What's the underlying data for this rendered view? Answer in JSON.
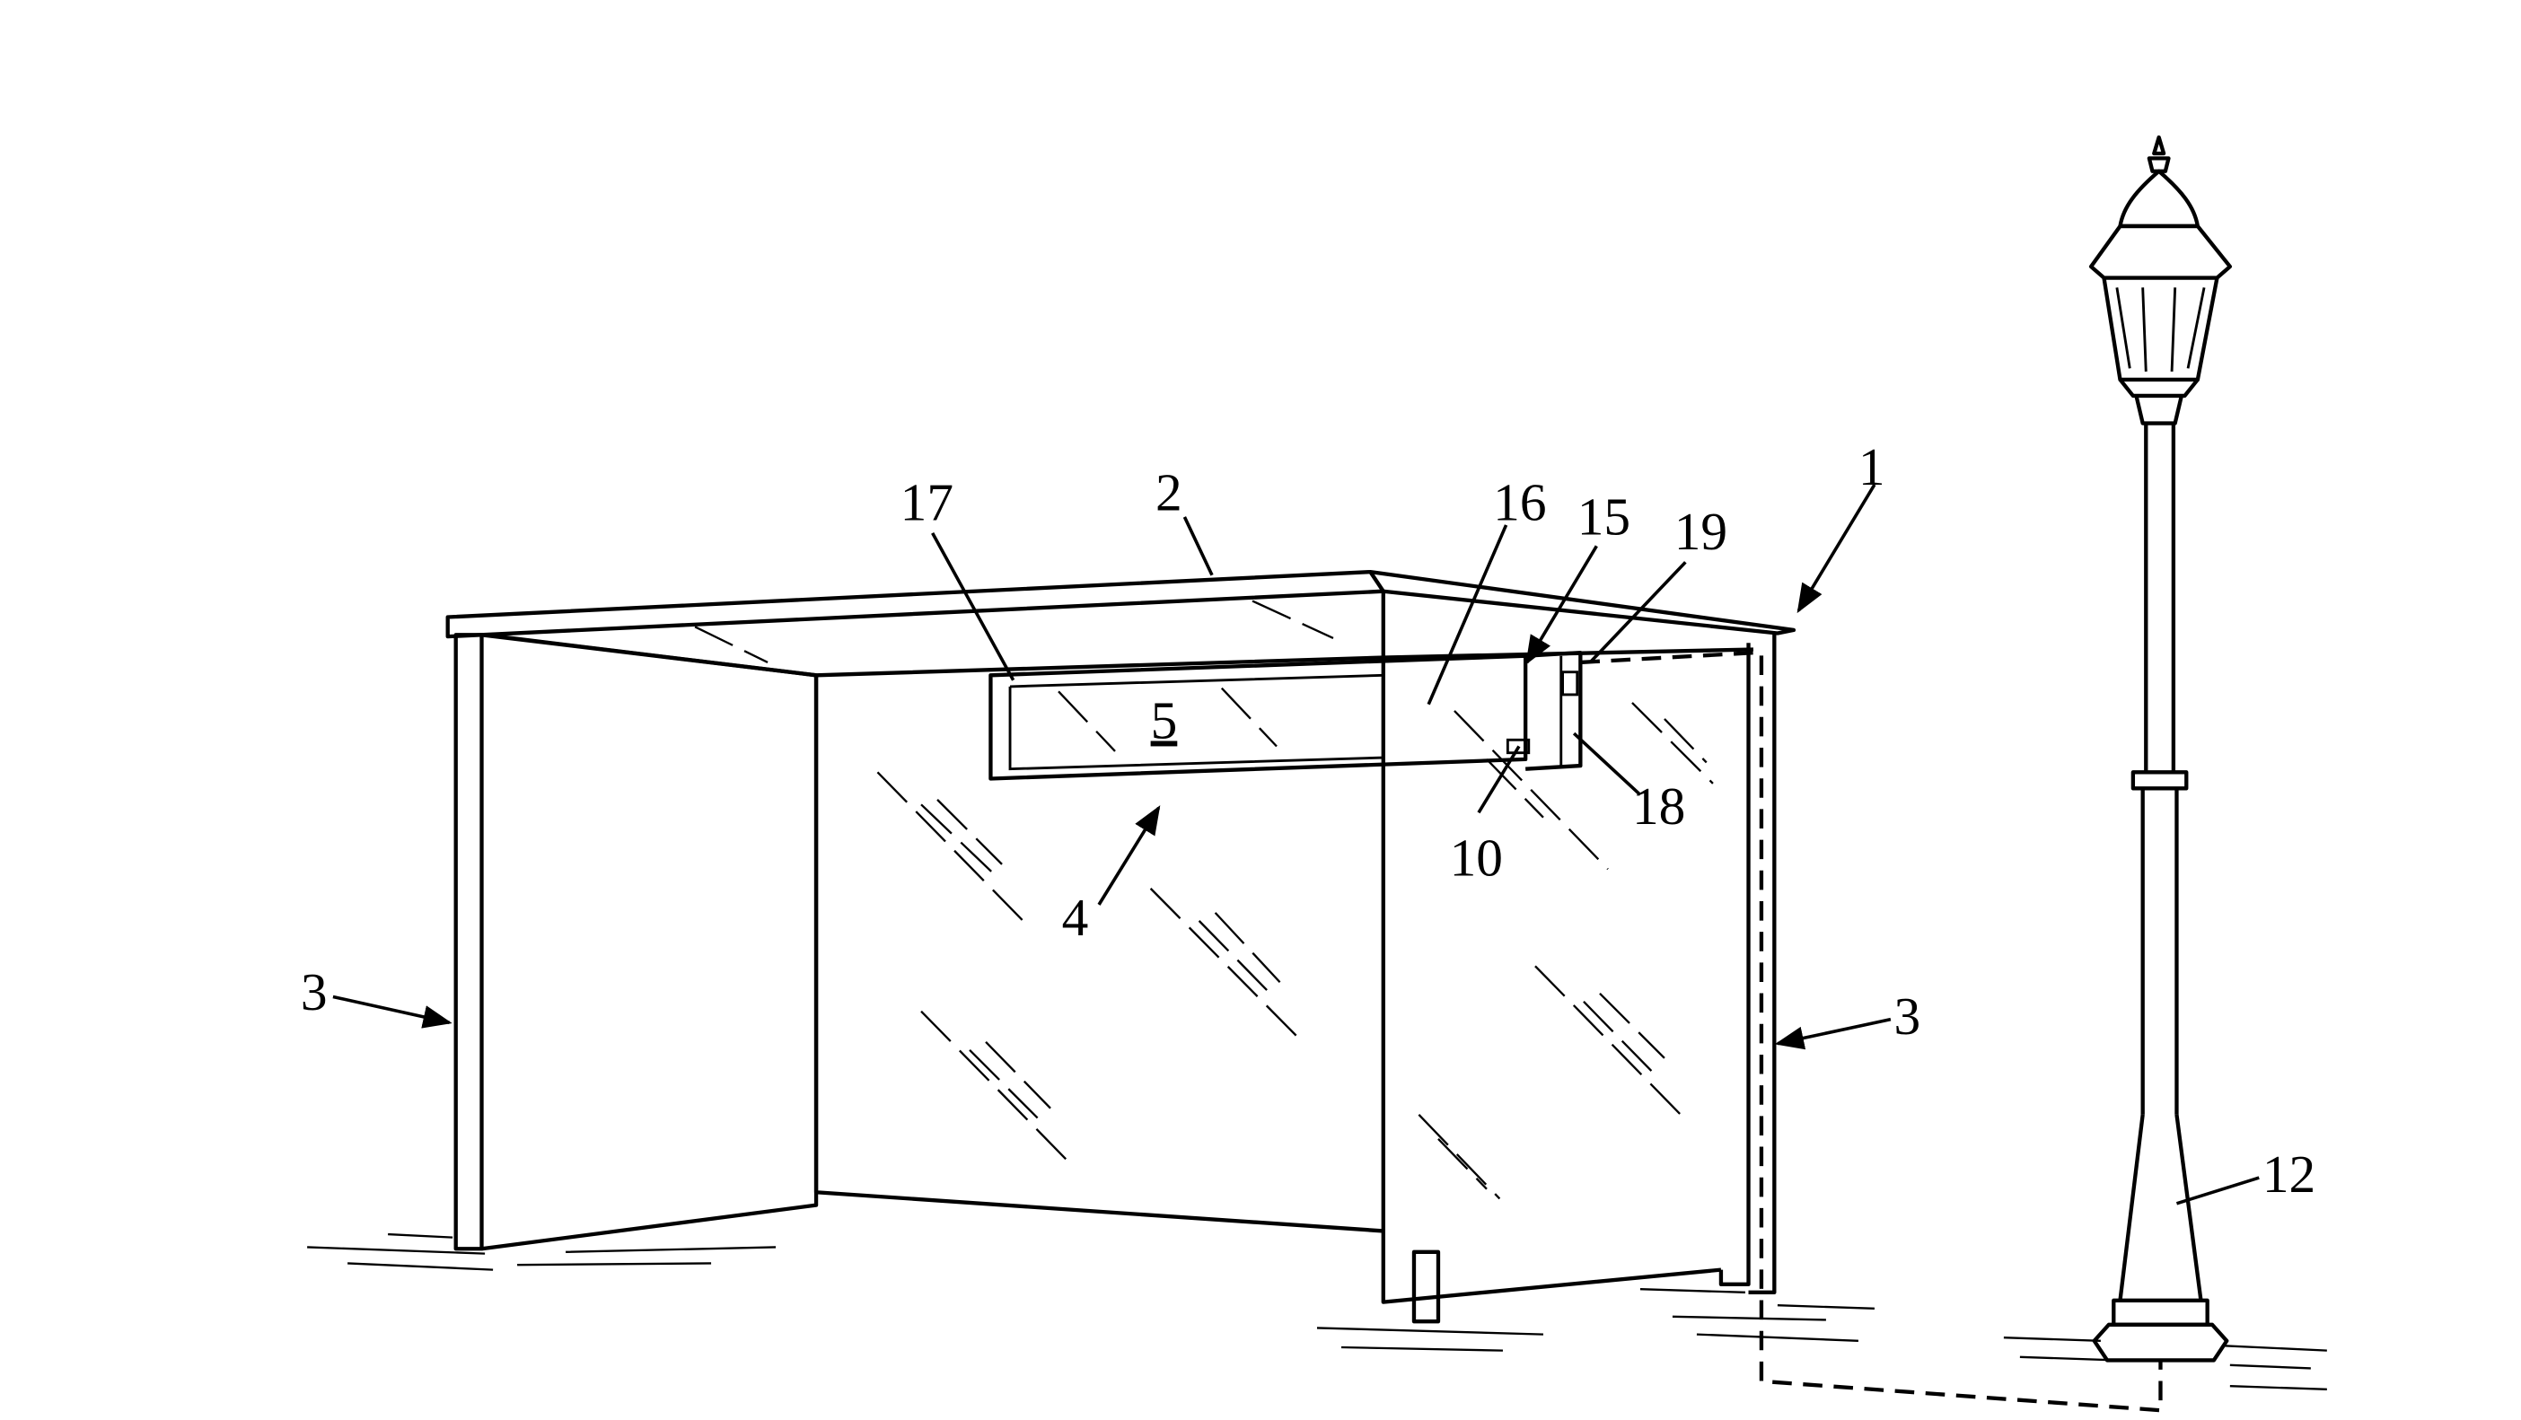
{
  "figure": {
    "labels": {
      "shelter": "1",
      "roof": "2",
      "side_wall_left": "3",
      "side_wall_right": "3",
      "display_unit": "4",
      "display_screen": "5",
      "sensor": "10",
      "lamp_post": "12",
      "junction": "15",
      "housing": "16",
      "frame": "17",
      "side_cover": "18",
      "vent": "19"
    }
  }
}
